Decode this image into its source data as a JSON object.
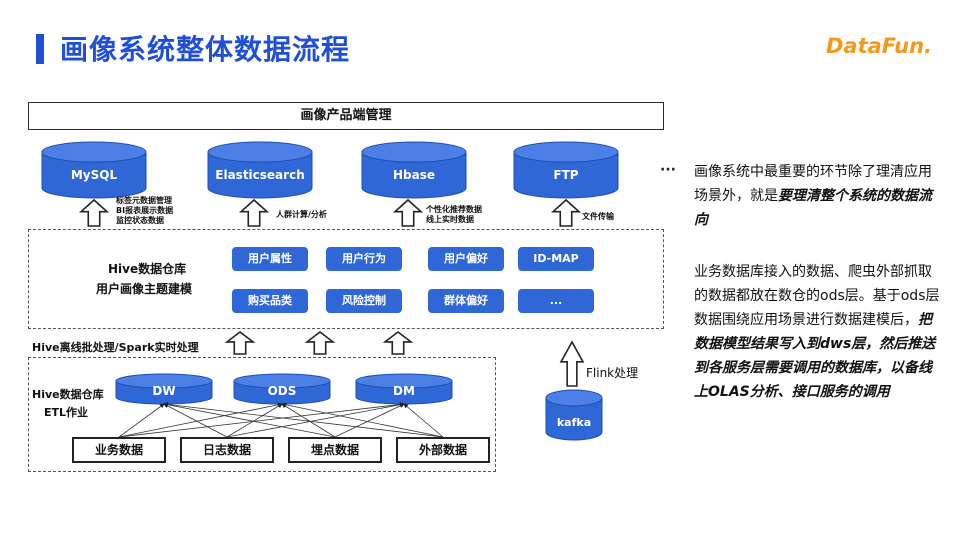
{
  "title": "画像系统整体数据流程",
  "logo": "DataFun.",
  "top_box": "画像产品端管理",
  "stores": [
    {
      "label": "MySQL",
      "note_lines": [
        "标签元数据管理",
        "BI报表展示数据",
        "监控状态数据"
      ]
    },
    {
      "label": "Elasticsearch",
      "note_lines": [
        "人群计算/分析"
      ]
    },
    {
      "label": "Hbase",
      "note_lines": [
        "个性化推荐数据",
        "线上实时数据"
      ]
    },
    {
      "label": "FTP",
      "note_lines": [
        "文件传输"
      ]
    }
  ],
  "ellipsis": "···",
  "hive_warehouse": [
    "Hive数据仓库",
    "用户画像主题建模"
  ],
  "topic_pills": [
    "用户属性",
    "用户行为",
    "用户偏好",
    "ID-MAP",
    "购买品类",
    "风险控制",
    "群体偏好",
    "..."
  ],
  "processing_label": "Hive离线批处理/Spark实时处理",
  "flink_label": "Flink处理",
  "kafka": "kafka",
  "etl": [
    "Hive数据仓库",
    "ETL作业"
  ],
  "layers": [
    "DW",
    "ODS",
    "DM"
  ],
  "sources": [
    "业务数据",
    "日志数据",
    "埋点数据",
    "外部数据"
  ],
  "para1": {
    "plain": "画像系统中最重要的环节除了理清应用场景外，就是",
    "bold": "要理清整个系统的数据流向"
  },
  "para2": {
    "plain": "业务数据库接入的数据、爬虫外部抓取的数据都放在数仓的ods层。基于ods层数据围绕应用场景进行数据建模后，",
    "bold": "把数据模型结果写入到dws层，然后推送到各服务层需要调用的数据库，以备线上OLAS分析、接口服务的调用"
  },
  "colors": {
    "accent": "#1f4fd6",
    "cylinder": "#2f67d6",
    "logo": "#f39a1c"
  }
}
